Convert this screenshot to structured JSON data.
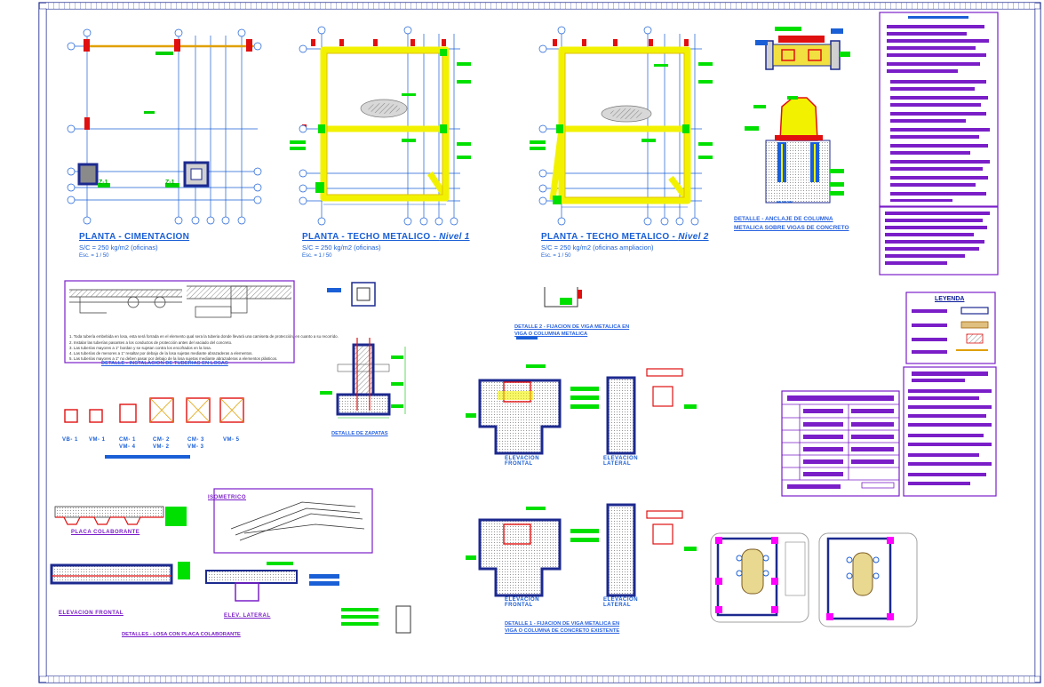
{
  "sheet": {
    "plans": [
      {
        "title": "PLANTA - CIMENTACION",
        "subtitle": "S/C = 250 kg/m2 (oficinas)",
        "scale": "Esc. = 1 / 50"
      },
      {
        "title": "PLANTA - TECHO METALICO - ",
        "title_suffix": "Nivel 1",
        "subtitle": "S/C = 250 kg/m2 (oficinas)",
        "scale": "Esc. = 1 / 50"
      },
      {
        "title": "PLANTA - TECHO METALICO - ",
        "title_suffix": "Nivel 2",
        "subtitle": "S/C = 250 kg/m2 (oficinas ampliacion)",
        "scale": "Esc. = 1 / 50"
      }
    ],
    "anclaje_title_1": "DETALLE - ANCLAJE DE COLUMNA",
    "anclaje_title_2": "METALICA SOBRE VIGAS DE CONCRETO",
    "tuberias_title": "DETALLE - INSTALACION DE TUBERIAS EN LOSAS",
    "zapatas_title": "DETALLE DE ZAPATAS",
    "fijacion2_title_1": "DETALLE 2 - FIJACION DE VIGA METALICA EN",
    "fijacion2_title_2": "VIGA O COLUMNA METALICA",
    "fijacion1_title_1": "DETALLE 1 - FIJACION DE VIGA METALICA EN",
    "fijacion1_title_2": "VIGA O COLUMNA DE CONCRETO EXISTENTE",
    "elev_frontal": "ELEVACION FRONTAL",
    "elev_lateral": "ELEVACION LATERAL",
    "elev_frontal_w1": "ELEVACION",
    "elev_frontal_w2": "FRONTAL",
    "elev_lateral_w2": "LATERAL",
    "elev_lateral_short": "ELEV. LATERAL",
    "placa_title": "PLACA COLABORANTE",
    "isometrico": "ISOMETRICO",
    "losa_title": "DETALLES - LOSA CON PLACA COLABORANTE",
    "legend_title": "LEYENDA",
    "viga_labels": [
      "VB- 1",
      "VM- 1",
      "CM- 1",
      "CM- 2",
      "CM- 3",
      "VM- 5"
    ],
    "viga_labels_2": [
      "",
      "",
      "VM- 4",
      "VM- 2",
      "VM- 3",
      ""
    ],
    "footing_label_1": "Z-1",
    "footing_label_2": "Z-1",
    "notes": [
      "1. Toda tubería embebida en losa, esta será forrada en el elemento qual sera la tuberia donde llevará una camiseta de protección, en cuanto a su recorrido.",
      "2. Instalar las tuberías pasantes a los conductos de protección antes del vaciado del concreto.",
      "3. Las tuberías mayores a 1\" bordan y se sujetan contra los encofrados en la losa.",
      "4. Las tuberías de menores a 1\" resaltar por debajo de la losa sujetas mediante abrazaderas a elementos.",
      "5. Las tuberías mayores a 1\" no deben pasar por debajo de la losa sujetas mediante abrazaderas a elementos plásticos."
    ],
    "colors": {
      "frame": "#1c2a8f",
      "purple": "#7a1ec8",
      "blue": "#1a5fd6",
      "yellow": "#f2f200",
      "green": "#00e000",
      "red": "#e01010",
      "magenta": "#ff00ff"
    }
  }
}
